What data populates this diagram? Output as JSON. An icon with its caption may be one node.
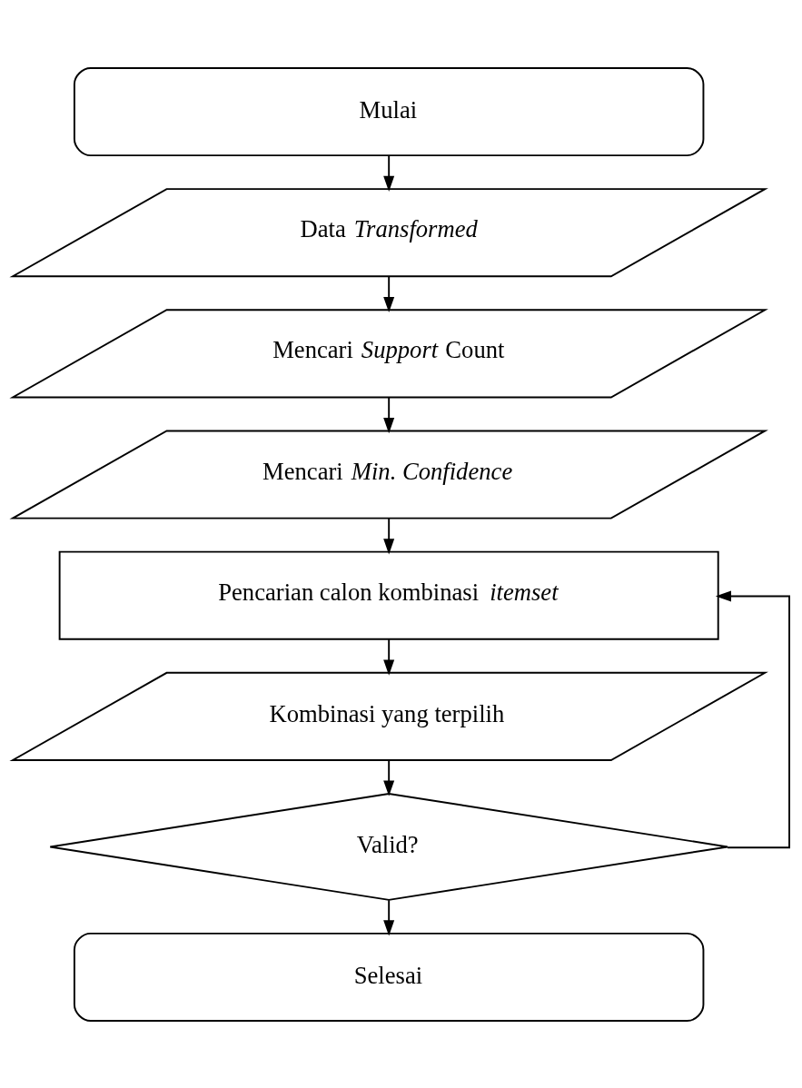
{
  "diagram": {
    "nodes": [
      {
        "text": [
          "Mulai"
        ]
      },
      {
        "text": [
          "Data *Transformed*"
        ]
      },
      {
        "text": [
          "Mencari *Support* Count"
        ]
      },
      {
        "text": [
          "Mencari *Min. Confidence*"
        ]
      },
      {
        "text": [
          "Pencarian calon kombinasi *itemset*"
        ]
      },
      {
        "text": [
          "Kombinasi yang terpilih"
        ]
      },
      {
        "text": [
          "Valid?"
        ]
      },
      {
        "text": [
          "Selesai"
        ]
      }
    ],
    "edges": [
      {
        "from": 0,
        "to": 1,
        "arrow": "to"
      },
      {
        "from": 1,
        "to": 2,
        "arrow": "to"
      },
      {
        "from": 2,
        "to": 3,
        "arrow": "to"
      },
      {
        "from": 3,
        "to": 4,
        "arrow": "to"
      },
      {
        "from": 4,
        "to": 5,
        "arrow": "to"
      },
      {
        "from": 5,
        "to": 6,
        "arrow": "to"
      },
      {
        "from": 6,
        "to": 7,
        "arrow": "to"
      },
      {
        "from": 6,
        "to": 4,
        "arrow": "to"
      }
    ]
  }
}
